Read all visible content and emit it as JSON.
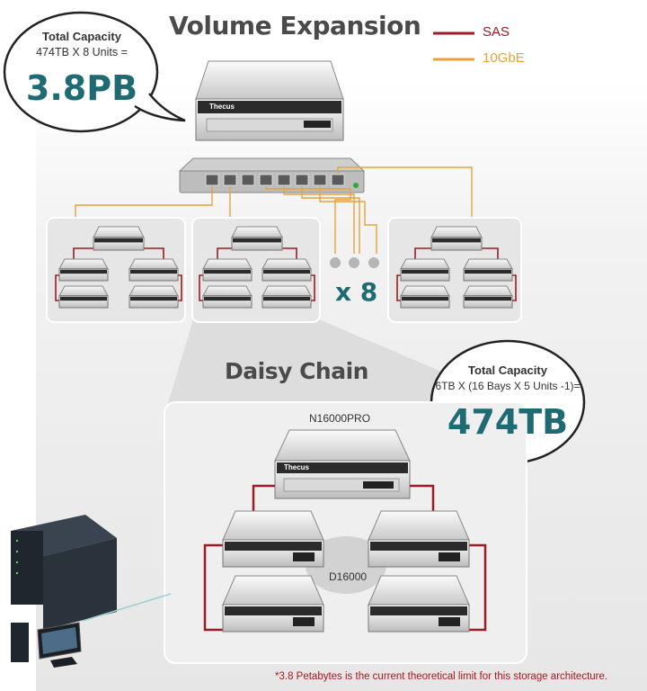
{
  "title": "Volume Expansion",
  "legend": {
    "items": [
      {
        "label": "SAS",
        "color": "#9b1c22"
      },
      {
        "label": "10GbE",
        "color": "#e8a23a"
      }
    ]
  },
  "bubble_top": {
    "heading": "Total Capacity",
    "formula": "474TB X 8 Units =",
    "value": "3.8PB"
  },
  "bubble_right": {
    "heading": "Total Capacity",
    "formula": "6TB X (16 Bays X 5 Units -1)=",
    "value": "474TB"
  },
  "brand": "Thecus",
  "multiplier": "x 8",
  "daisy_title": "Daisy Chain",
  "head_unit_label": "N16000PRO",
  "expansion_label": "D16000",
  "footnote": "*3.8 Petabytes is the current theoretical limit for this storage architecture."
}
